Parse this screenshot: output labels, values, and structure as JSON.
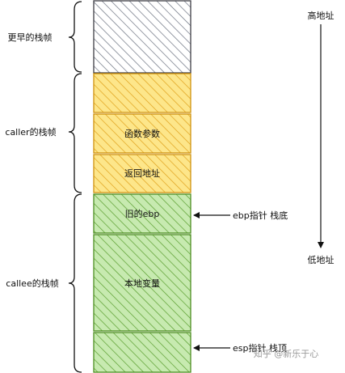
{
  "frames": {
    "earlier": {
      "label": "更早的栈帧",
      "fill": "#ffffff",
      "hatch": "#6b7280",
      "stroke": "#3f3f46"
    },
    "caller": {
      "label": "caller的栈帧",
      "fill": "#fde68a",
      "hatch": "#e0a11b",
      "stroke": "#d09310"
    },
    "callee": {
      "label": "callee的栈帧",
      "fill": "#c7eab0",
      "hatch": "#5a9e2f",
      "stroke": "#4f8f24"
    }
  },
  "blocks": {
    "args": "函数参数",
    "ret": "返回地址",
    "old_ebp": "旧的ebp",
    "locals": "本地变量"
  },
  "pointers": {
    "ebp": "ebp指针 栈底",
    "esp": "esp指针 栈顶"
  },
  "address_axis": {
    "high": "高地址",
    "low": "低地址"
  },
  "watermark": "知乎 @新乐于心"
}
